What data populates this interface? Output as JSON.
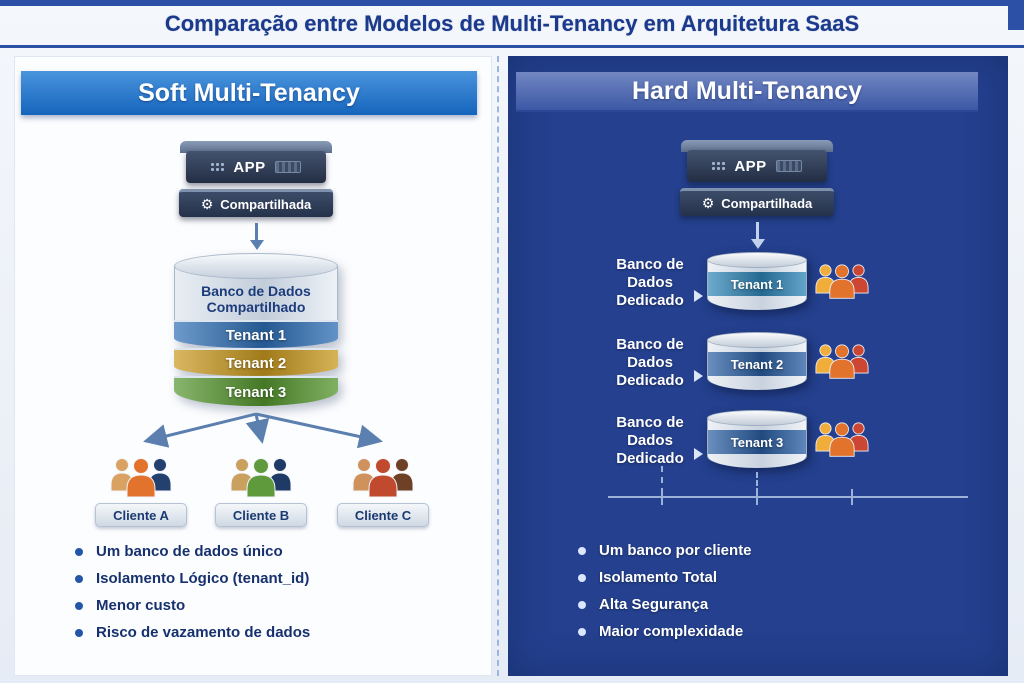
{
  "title": "Comparação entre Modelos de Multi-Tenancy em Arquitetura SaaS",
  "icons": {
    "gear": "⚙"
  },
  "colors": {
    "accent": "#2b50a5",
    "left_panel_bg": "#fcfdff",
    "right_panel_bg": "#24408e"
  },
  "left": {
    "header": "Soft Multi-Tenancy",
    "app": "APP",
    "shared": "Compartilhada",
    "database": "Banco de Dados Compartilhado",
    "tenants": [
      {
        "label": "Tenant 1",
        "color": "#2e6fb5"
      },
      {
        "label": "Tenant 2",
        "color": "#c9991f"
      },
      {
        "label": "Tenant 3",
        "color": "#55962e"
      }
    ],
    "clients": [
      {
        "label": "Cliente A"
      },
      {
        "label": "Cliente B"
      },
      {
        "label": "Cliente C"
      }
    ],
    "bullets": [
      "Um banco de dados único",
      "Isolamento Lógico (tenant_id)",
      "Menor custo",
      "Risco de vazamento de dados"
    ]
  },
  "right": {
    "header": "Hard Multi-Tenancy",
    "app": "APP",
    "shared": "Compartilhada",
    "db_label": "Banco de Dados Dedicado",
    "tenants": [
      {
        "label": "Tenant 1",
        "color": "#2f86b8"
      },
      {
        "label": "Tenant 2",
        "color": "#2a5fa4"
      },
      {
        "label": "Tenant 3",
        "color": "#2a5fa4"
      }
    ],
    "bullets": [
      "Um banco por cliente",
      "Isolamento Total",
      "Alta Segurança",
      "Maior complexidade"
    ]
  }
}
